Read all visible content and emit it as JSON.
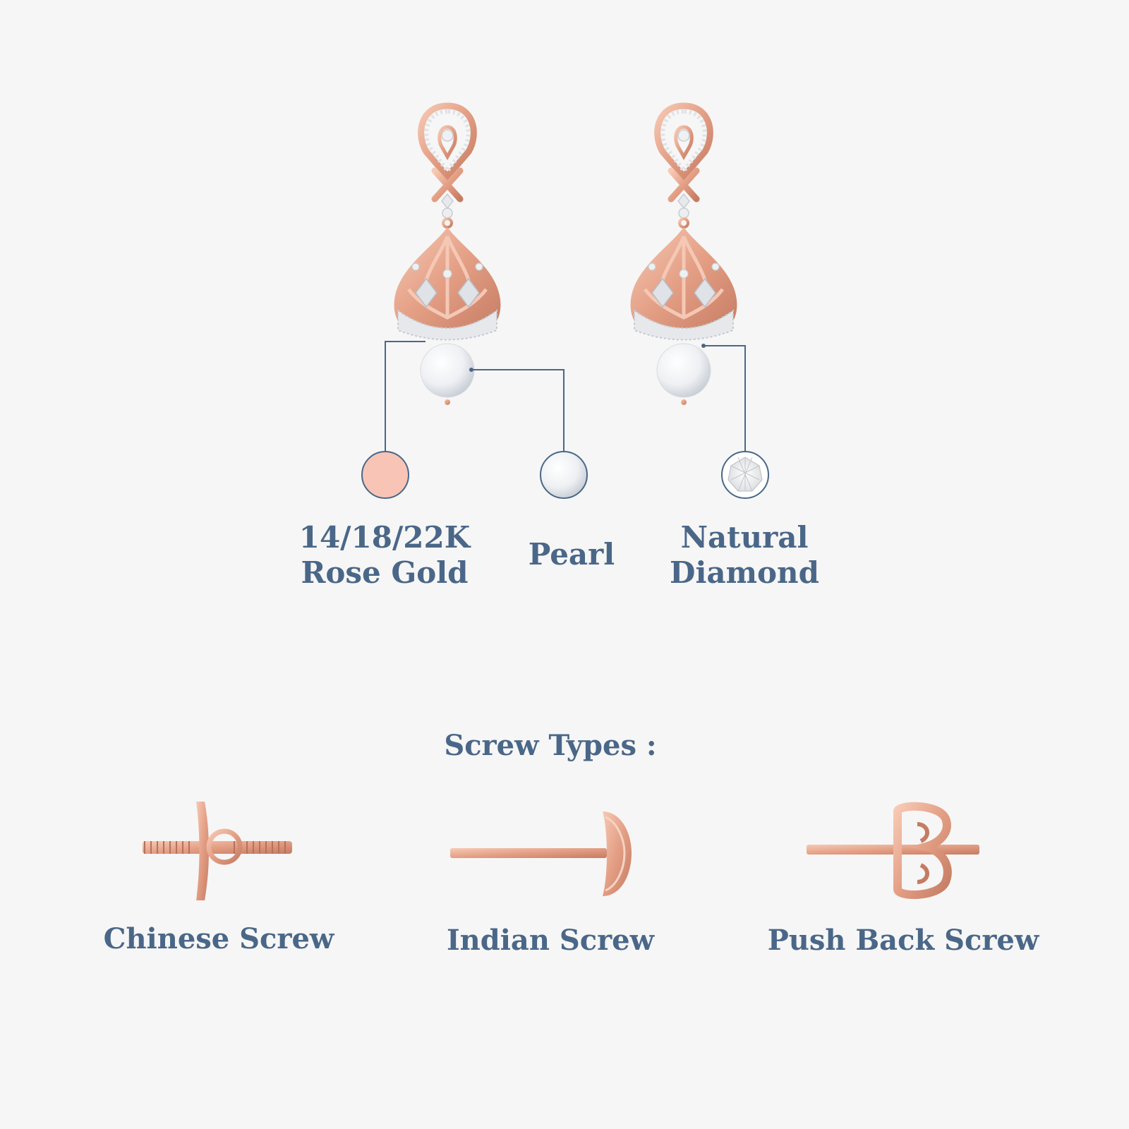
{
  "materials": {
    "gold": {
      "line1": "14/18/22K",
      "line2": "Rose Gold",
      "swatch_color": "#f7c4b6"
    },
    "pearl": {
      "label": "Pearl",
      "swatch_color": "#e9ecf1"
    },
    "diamond": {
      "line1": "Natural",
      "line2": "Diamond",
      "swatch_color": "#ffffff"
    }
  },
  "screw_types": {
    "title": "Screw Types :",
    "items": [
      {
        "label": "Chinese Screw",
        "icon": "chinese-screw-icon"
      },
      {
        "label": "Indian Screw",
        "icon": "indian-screw-icon"
      },
      {
        "label": "Push Back Screw",
        "icon": "push-back-screw-icon"
      }
    ]
  },
  "colors": {
    "text": "#4a6788",
    "callout_line": "#4a6788",
    "rose_gold": "#e6a68f",
    "rose_gold_dark": "#c57c63",
    "background": "#f6f6f6"
  }
}
